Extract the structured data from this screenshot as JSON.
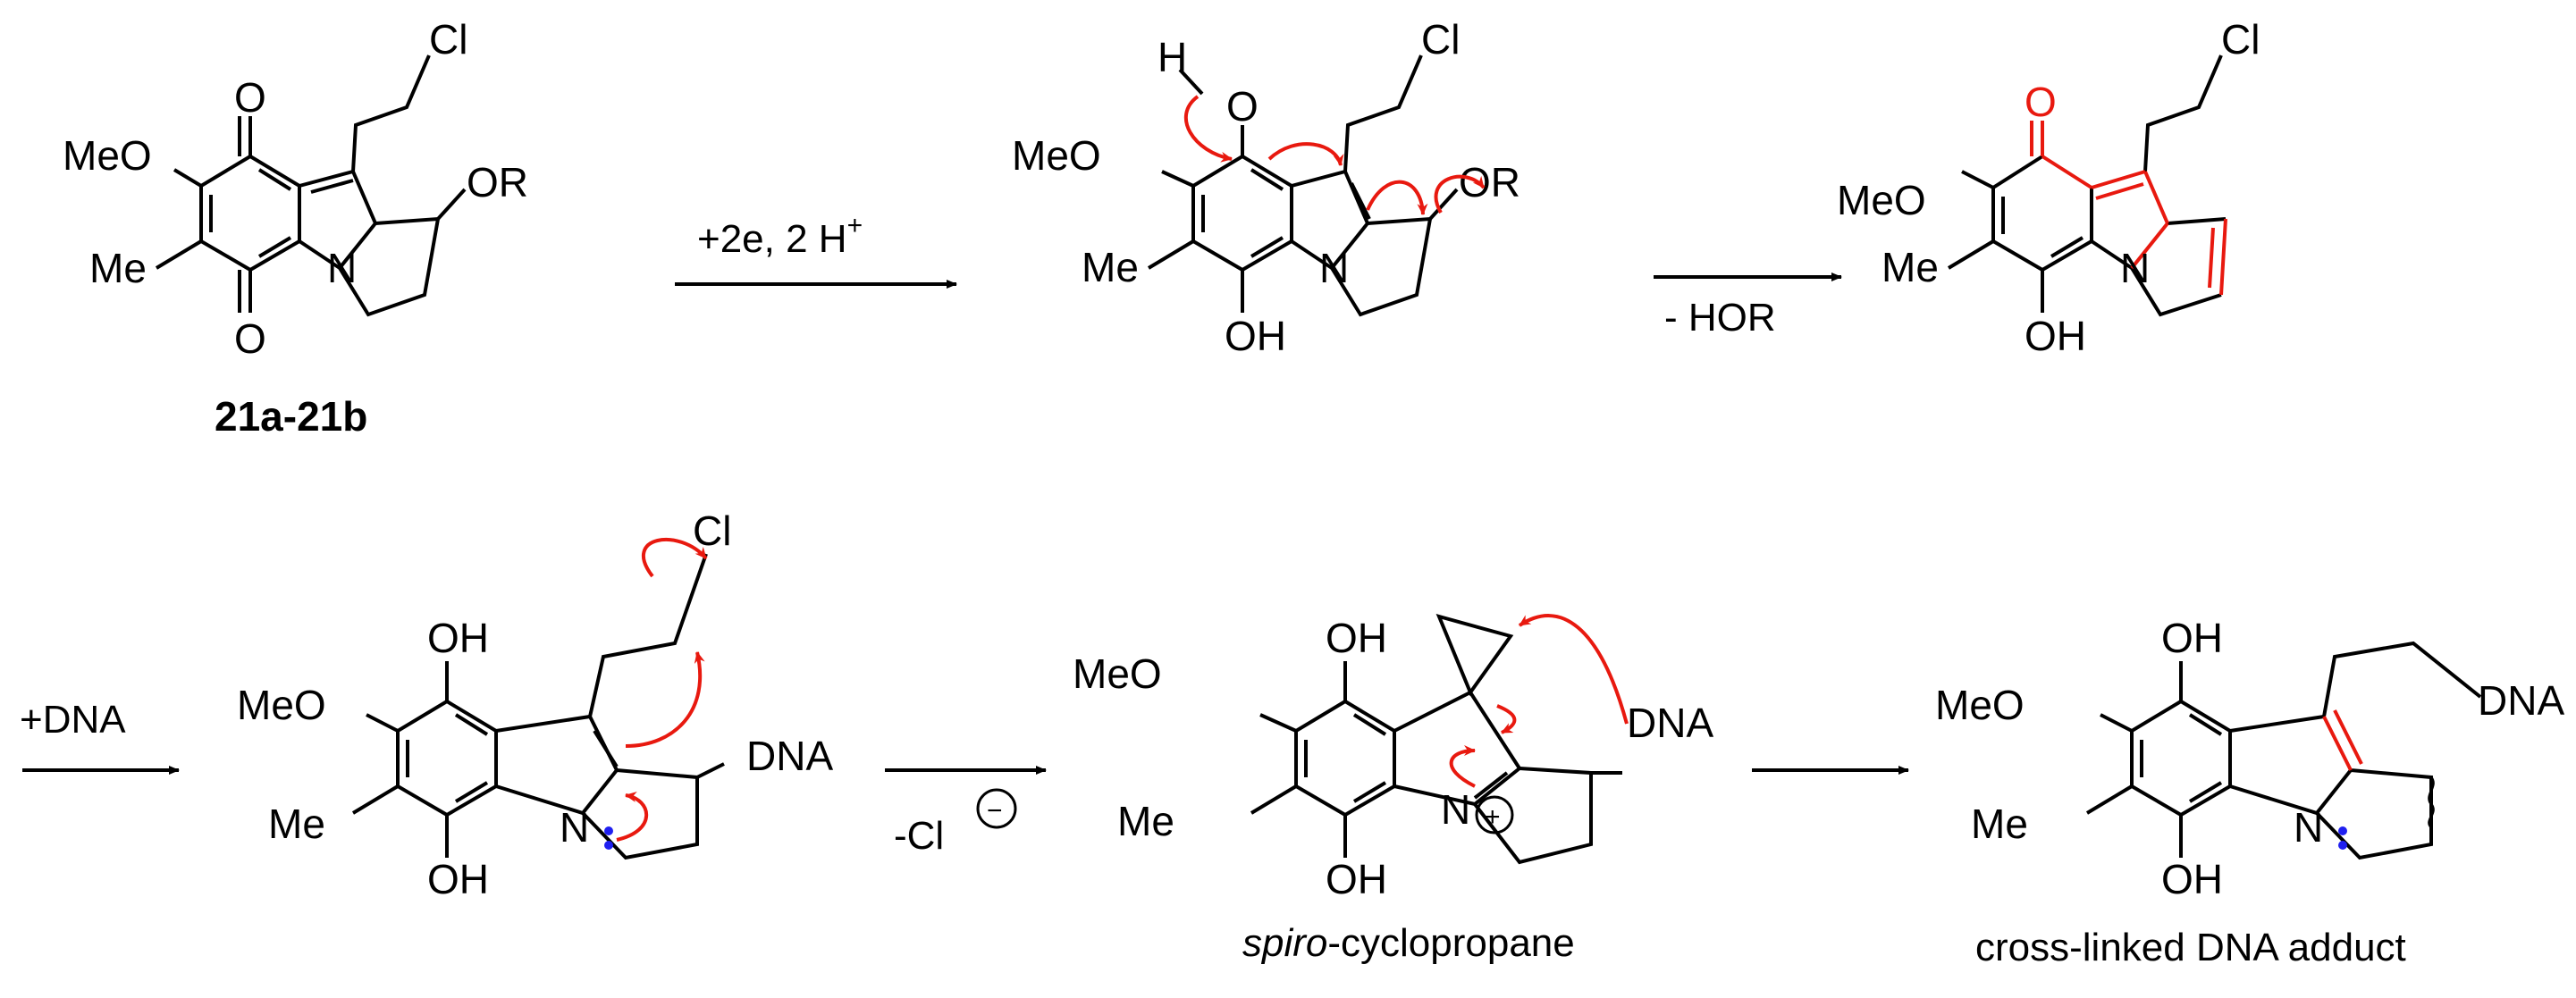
{
  "scheme": {
    "compound_label": "21a-21b",
    "structure_text": {
      "meo": "MeO",
      "me": "Me",
      "o": "O",
      "n": "N",
      "cl": "Cl",
      "or": "OR",
      "oh": "OH",
      "h": "H",
      "dna": "DNA"
    },
    "steps": {
      "reduction": {
        "main": "+2e, 2 H",
        "sup": "+"
      },
      "elimination": "- HOR",
      "add_dna": "+DNA",
      "chloride_loss": {
        "main": "-Cl",
        "charge": "−"
      }
    },
    "charges": {
      "plus": "+"
    },
    "captions": {
      "spiro_italic": "spiro",
      "spiro_rest": "-cyclopropane",
      "adduct": "cross-linked DNA adduct"
    },
    "colors": {
      "arrows": "#e8190f",
      "new_bonds": "#e8190f",
      "lone_pair": "#1f1ff0",
      "bonds": "#000000"
    }
  }
}
